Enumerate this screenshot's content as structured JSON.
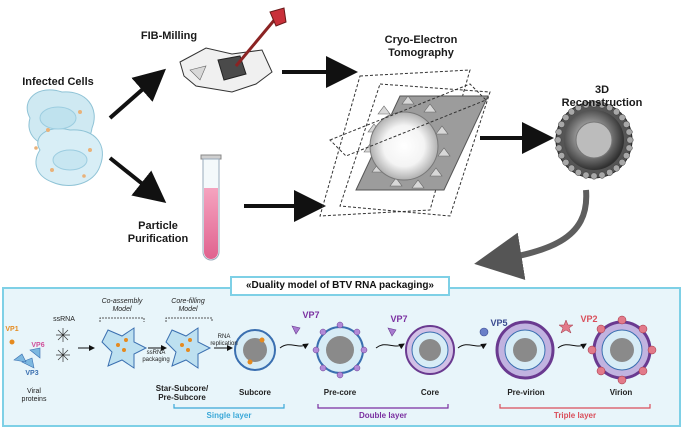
{
  "workflow": {
    "infected_cells": "Infected Cells",
    "fib_milling": "FIB-Milling",
    "cryo_et": "Cryo-Electron\nTomography",
    "reconstruction_3d": "3D\nReconstruction",
    "particle_purification": "Particle\nPurification"
  },
  "model": {
    "title": "«Duality model of BTV RNA packaging»",
    "proteins": {
      "vp1": "VP1",
      "vp6": "VP6",
      "vp3": "VP3"
    },
    "viral_proteins": "Viral\nproteins",
    "ssrna": "ssRNA",
    "coassembly_model": "Co-assembly\nModel",
    "corefilling_model": "Core-filling\nModel",
    "ssrna_packaging": "ssRNA\npackaging",
    "rna_replication": "RNA\nreplication",
    "vp7_a": "VP7",
    "vp7_b": "VP7",
    "vp5": "VP5",
    "vp2": "VP2",
    "stages": {
      "star_subcore": "Star-Subcore/\nPre-Subcore",
      "subcore": "Subcore",
      "precore": "Pre-core",
      "core": "Core",
      "previrion": "Pre-virion",
      "virion": "Virion"
    },
    "layers": {
      "single": "Single layer",
      "double": "Double layer",
      "triple": "Triple layer"
    },
    "colors": {
      "single": "#3aa8d8",
      "double": "#7a2fa0",
      "triple": "#d94e5a",
      "vp1": "#e58a1f",
      "vp6": "#d0509b",
      "vp3": "#3a6fb0"
    }
  }
}
